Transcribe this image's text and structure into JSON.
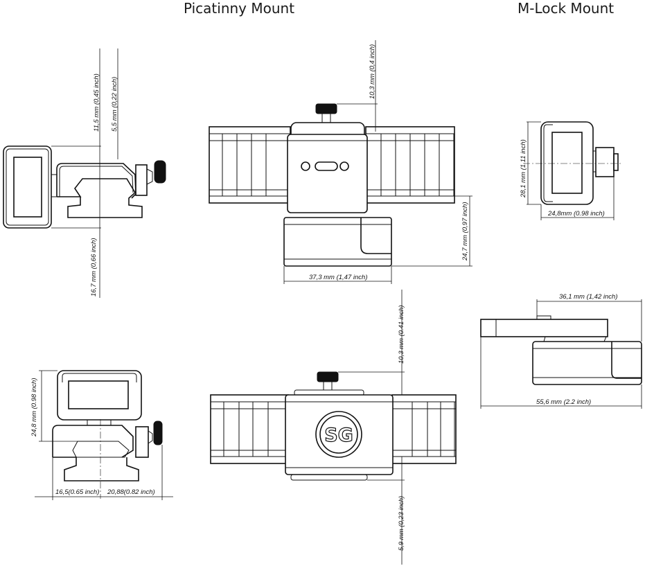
{
  "titles": {
    "picatinny": "Picatinny Mount",
    "mlock": "M-Lock Mount"
  },
  "logo_text": "SG",
  "dimensions": {
    "pic_side_top_a": "11,5 mm (0,45 inch)",
    "pic_side_top_b": "5,5 mm (0,22 inch)",
    "pic_side_bottom": "16,7 mm (0,66 inch)",
    "pic_front_top": "10,3 mm (0,4 inch)",
    "pic_front_height": "24,7 mm (0,97 inch)",
    "pic_front_width": "37,3 mm (1,47 inch)",
    "mlock_height": "28,1 mm (1.11 inch)",
    "mlock_width": "24,8mm (0.98 inch)",
    "mlock_side_top": "36,1 mm (1,42 inch)",
    "mlock_side_total": "55,6 mm (2.2 inch)",
    "pic_end_height": "24,8 mm (0.98 inch)",
    "pic_end_left": "16,5(0.65 inch)",
    "pic_end_right": "20,88(0.82 inch)",
    "pic_top_top": "10,3 mm (0.41 inch)",
    "pic_top_bottom": "5,9 mm (0,23 inch)"
  }
}
